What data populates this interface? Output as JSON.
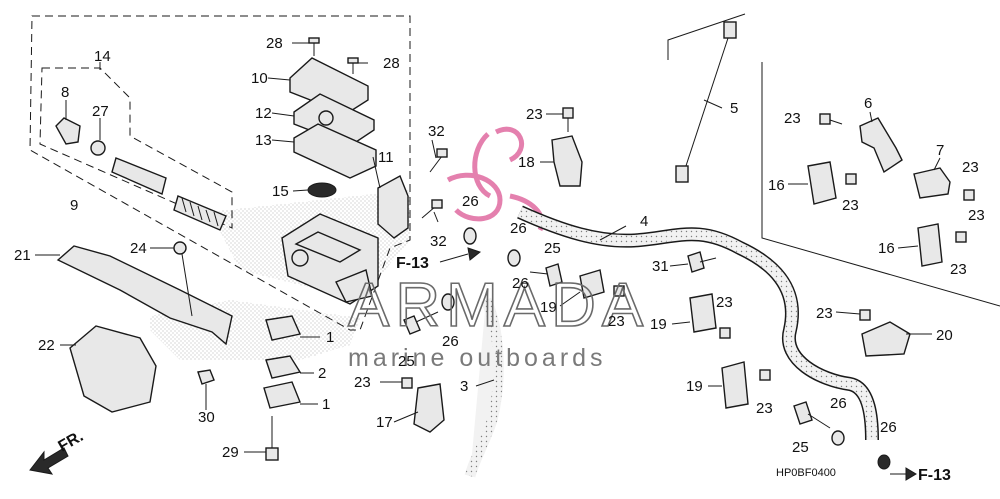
{
  "watermark": {
    "brand": "ARMADA",
    "tagline": "marine outboards",
    "logo_color": "#e06aa0"
  },
  "diagram_code": "HP0BF0400",
  "references": {
    "f13_left": "F-13",
    "f13_bottom": "F-13",
    "fr": "FR."
  },
  "callouts": {
    "c1a": "1",
    "c1b": "1",
    "c2": "2",
    "c3": "3",
    "c4": "4",
    "c5": "5",
    "c6": "6",
    "c7": "7",
    "c8": "8",
    "c9": "9",
    "c10": "10",
    "c11": "11",
    "c12": "12",
    "c13": "13",
    "c14": "14",
    "c15": "15",
    "c16a": "16",
    "c16b": "16",
    "c17": "17",
    "c18": "18",
    "c19a": "19",
    "c19b": "19",
    "c19c": "19",
    "c20": "20",
    "c21": "21",
    "c22": "22",
    "c23a": "23",
    "c23b": "23",
    "c23c": "23",
    "c23d": "23",
    "c23e": "23",
    "c23f": "23",
    "c23g": "23",
    "c23h": "23",
    "c23i": "23",
    "c23j": "23",
    "c23k": "23",
    "c24": "24",
    "c25a": "25",
    "c25b": "25",
    "c25c": "25",
    "c26a": "26",
    "c26b": "26",
    "c26c": "26",
    "c26d": "26",
    "c26e": "26",
    "c26f": "26",
    "c27": "27",
    "c28a": "28",
    "c28b": "28",
    "c29": "29",
    "c30": "30",
    "c31": "31",
    "c32a": "32",
    "c32b": "32"
  }
}
